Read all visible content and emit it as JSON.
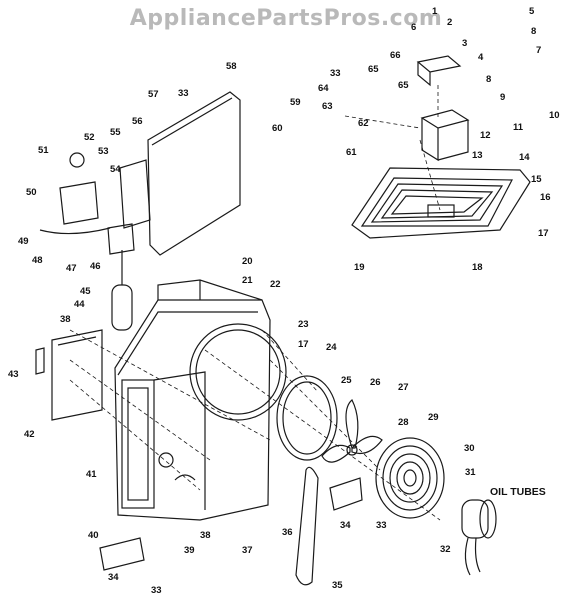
{
  "watermark": "AppliancePartsPros.com",
  "callouts": [
    "1",
    "2",
    "3",
    "4",
    "5",
    "6",
    "7",
    "8",
    "8",
    "9",
    "10",
    "11",
    "12",
    "13",
    "14",
    "15",
    "16",
    "17",
    "17",
    "18",
    "19",
    "20",
    "21",
    "22",
    "23",
    "24",
    "25",
    "26",
    "27",
    "28",
    "29",
    "30",
    "31",
    "32",
    "33",
    "33",
    "33",
    "33",
    "34",
    "34",
    "35",
    "36",
    "37",
    "38",
    "38",
    "39",
    "40",
    "41",
    "42",
    "43",
    "44",
    "45",
    "46",
    "47",
    "48",
    "49",
    "50",
    "51",
    "52",
    "53",
    "54",
    "55",
    "56",
    "57",
    "58",
    "59",
    "60",
    "61",
    "62",
    "63",
    "64",
    "65",
    "65",
    "66"
  ],
  "oil_tubes_label": "OIL TUBES"
}
